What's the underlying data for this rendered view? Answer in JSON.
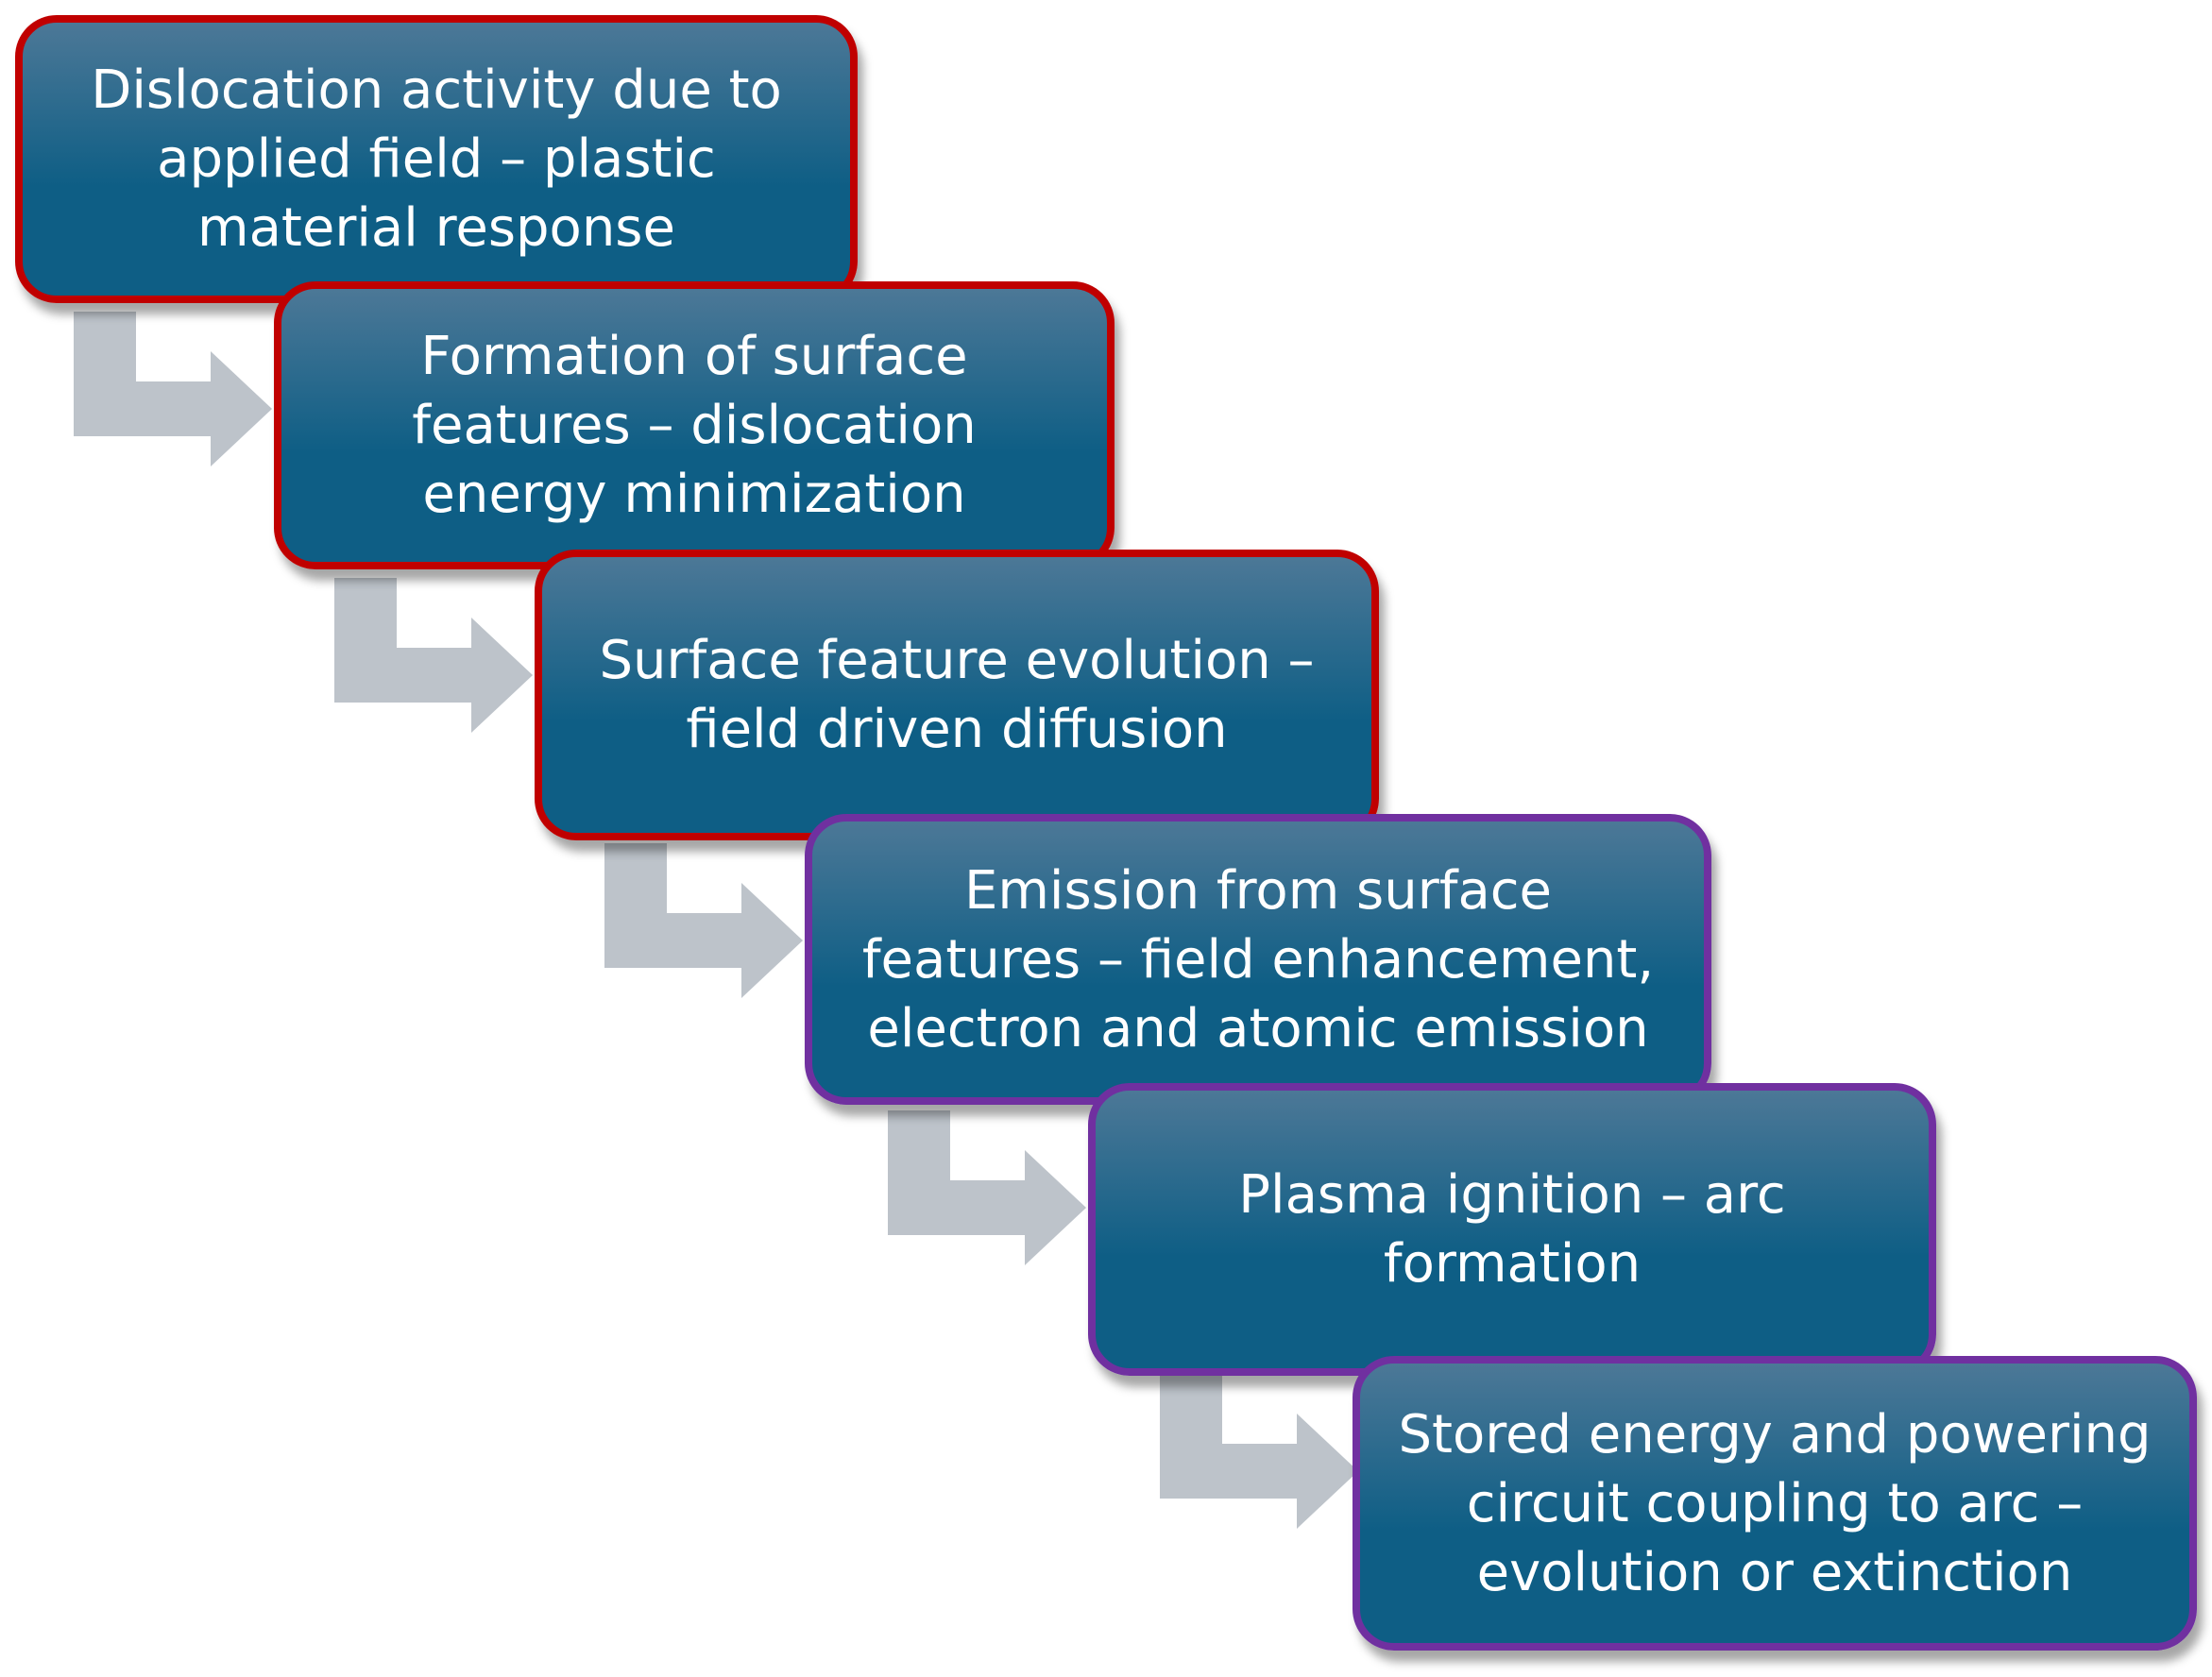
{
  "diagram": {
    "colors": {
      "box_fill_top": "#4c7897",
      "box_fill_bottom": "#0e5e85",
      "arrow_fill": "#bdc3ca",
      "text": "#ffffff"
    },
    "steps": [
      {
        "lines": [
          "Dislocation activity due to",
          "applied field – plastic",
          "material response"
        ],
        "border_color": "#c00000"
      },
      {
        "lines": [
          "Formation of surface",
          "features – dislocation",
          "energy minimization"
        ],
        "border_color": "#c00000"
      },
      {
        "lines": [
          "Surface feature evolution –",
          "field driven diffusion"
        ],
        "border_color": "#c00000"
      },
      {
        "lines": [
          "Emission from surface",
          "features – field enhancement,",
          "electron and atomic emission"
        ],
        "border_color": "#7030a0"
      },
      {
        "lines": [
          "Plasma ignition – arc",
          "formation"
        ],
        "border_color": "#7030a0"
      },
      {
        "lines": [
          "Stored energy and powering",
          "circuit coupling to arc –",
          "evolution or extinction"
        ],
        "border_color": "#7030a0"
      }
    ]
  }
}
